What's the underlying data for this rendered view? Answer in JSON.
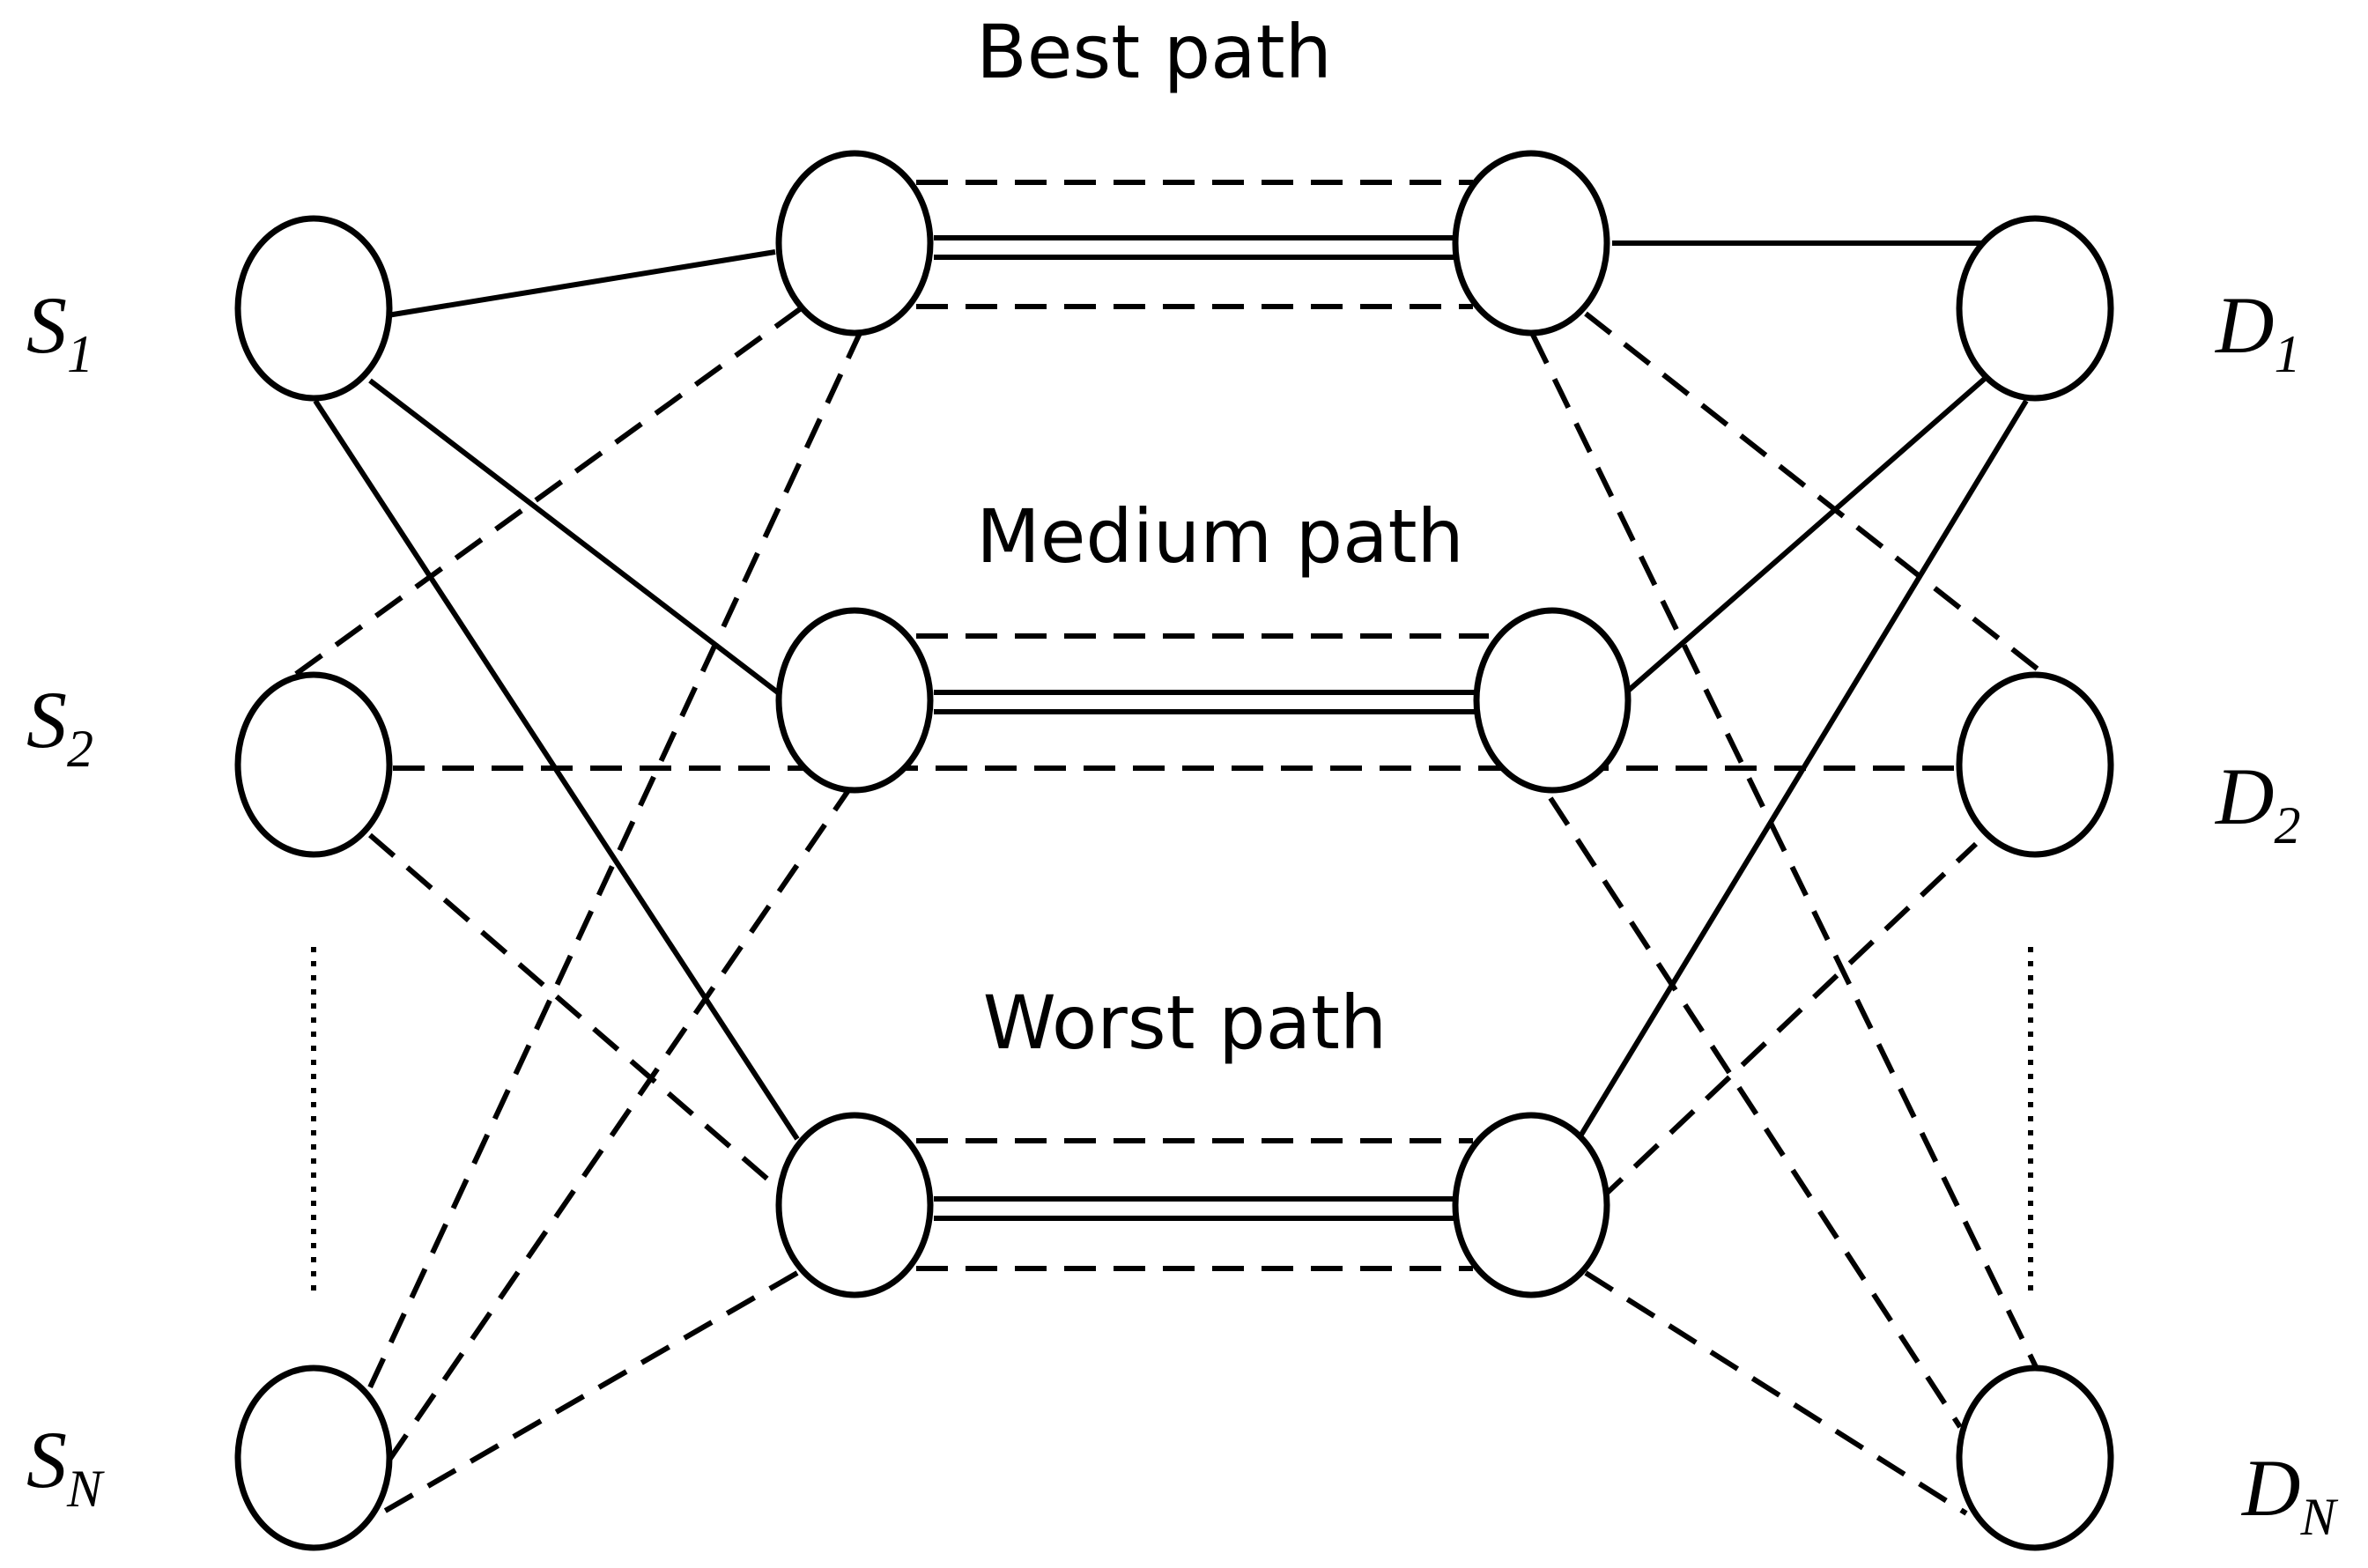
{
  "labels": {
    "best": "Best path",
    "medium": "Medium path",
    "worst": "Worst path"
  },
  "sources": [
    {
      "letter": "S",
      "sub": "1"
    },
    {
      "letter": "S",
      "sub": "2"
    },
    {
      "letter": "S",
      "sub": "N"
    }
  ],
  "destinations": [
    {
      "letter": "D",
      "sub": "1"
    },
    {
      "letter": "D",
      "sub": "2"
    },
    {
      "letter": "D",
      "sub": "N"
    }
  ]
}
